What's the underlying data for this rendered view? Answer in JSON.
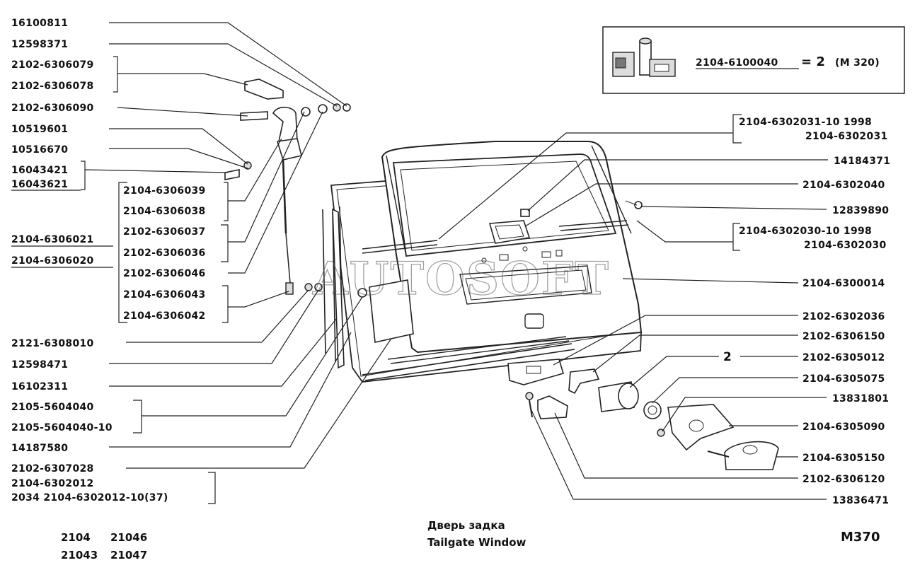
{
  "diagram": {
    "watermark": "AUTOSOFT",
    "kit": {
      "part": "2104-6100040",
      "qty_text": "= 2",
      "ref": "(M 320)"
    },
    "left_labels": [
      "16100811",
      "12598371",
      "2102-6306079",
      "2102-6306078",
      "2102-6306090",
      "10519601",
      "10516670",
      "16043421",
      "16043621",
      "2104-6306039",
      "2104-6306038",
      "2104-6306021",
      "2102-6306037",
      "2102-6306036",
      "2104-6306020",
      "2102-6306046",
      "2104-6306043",
      "2104-6306042",
      "2121-6308010",
      "12598471",
      "16102311",
      "2105-5604040",
      "2105-5604040-10",
      "14187580",
      "2102-6307028",
      "2104-6302012",
      "2034 2104-6302012-10(37)"
    ],
    "right_labels": [
      "2104-6302031-10 1998",
      "2104-6302031",
      "14184371",
      "2104-6302040",
      "12839890",
      "2104-6302030-10 1998",
      "2104-6302030",
      "2104-6300014",
      "2102-6302036",
      "2102-6306150",
      "2102-6305012",
      "2104-6305075",
      "13831801",
      "2104-6305090",
      "2104-6305150",
      "2102-6306120",
      "13836471"
    ],
    "callout_qty": "2",
    "models": [
      "2104",
      "21046",
      "21043",
      "21047"
    ],
    "title_ru": "Дверь задка",
    "title_en": "Tailgate Window",
    "sheet": "M370"
  }
}
